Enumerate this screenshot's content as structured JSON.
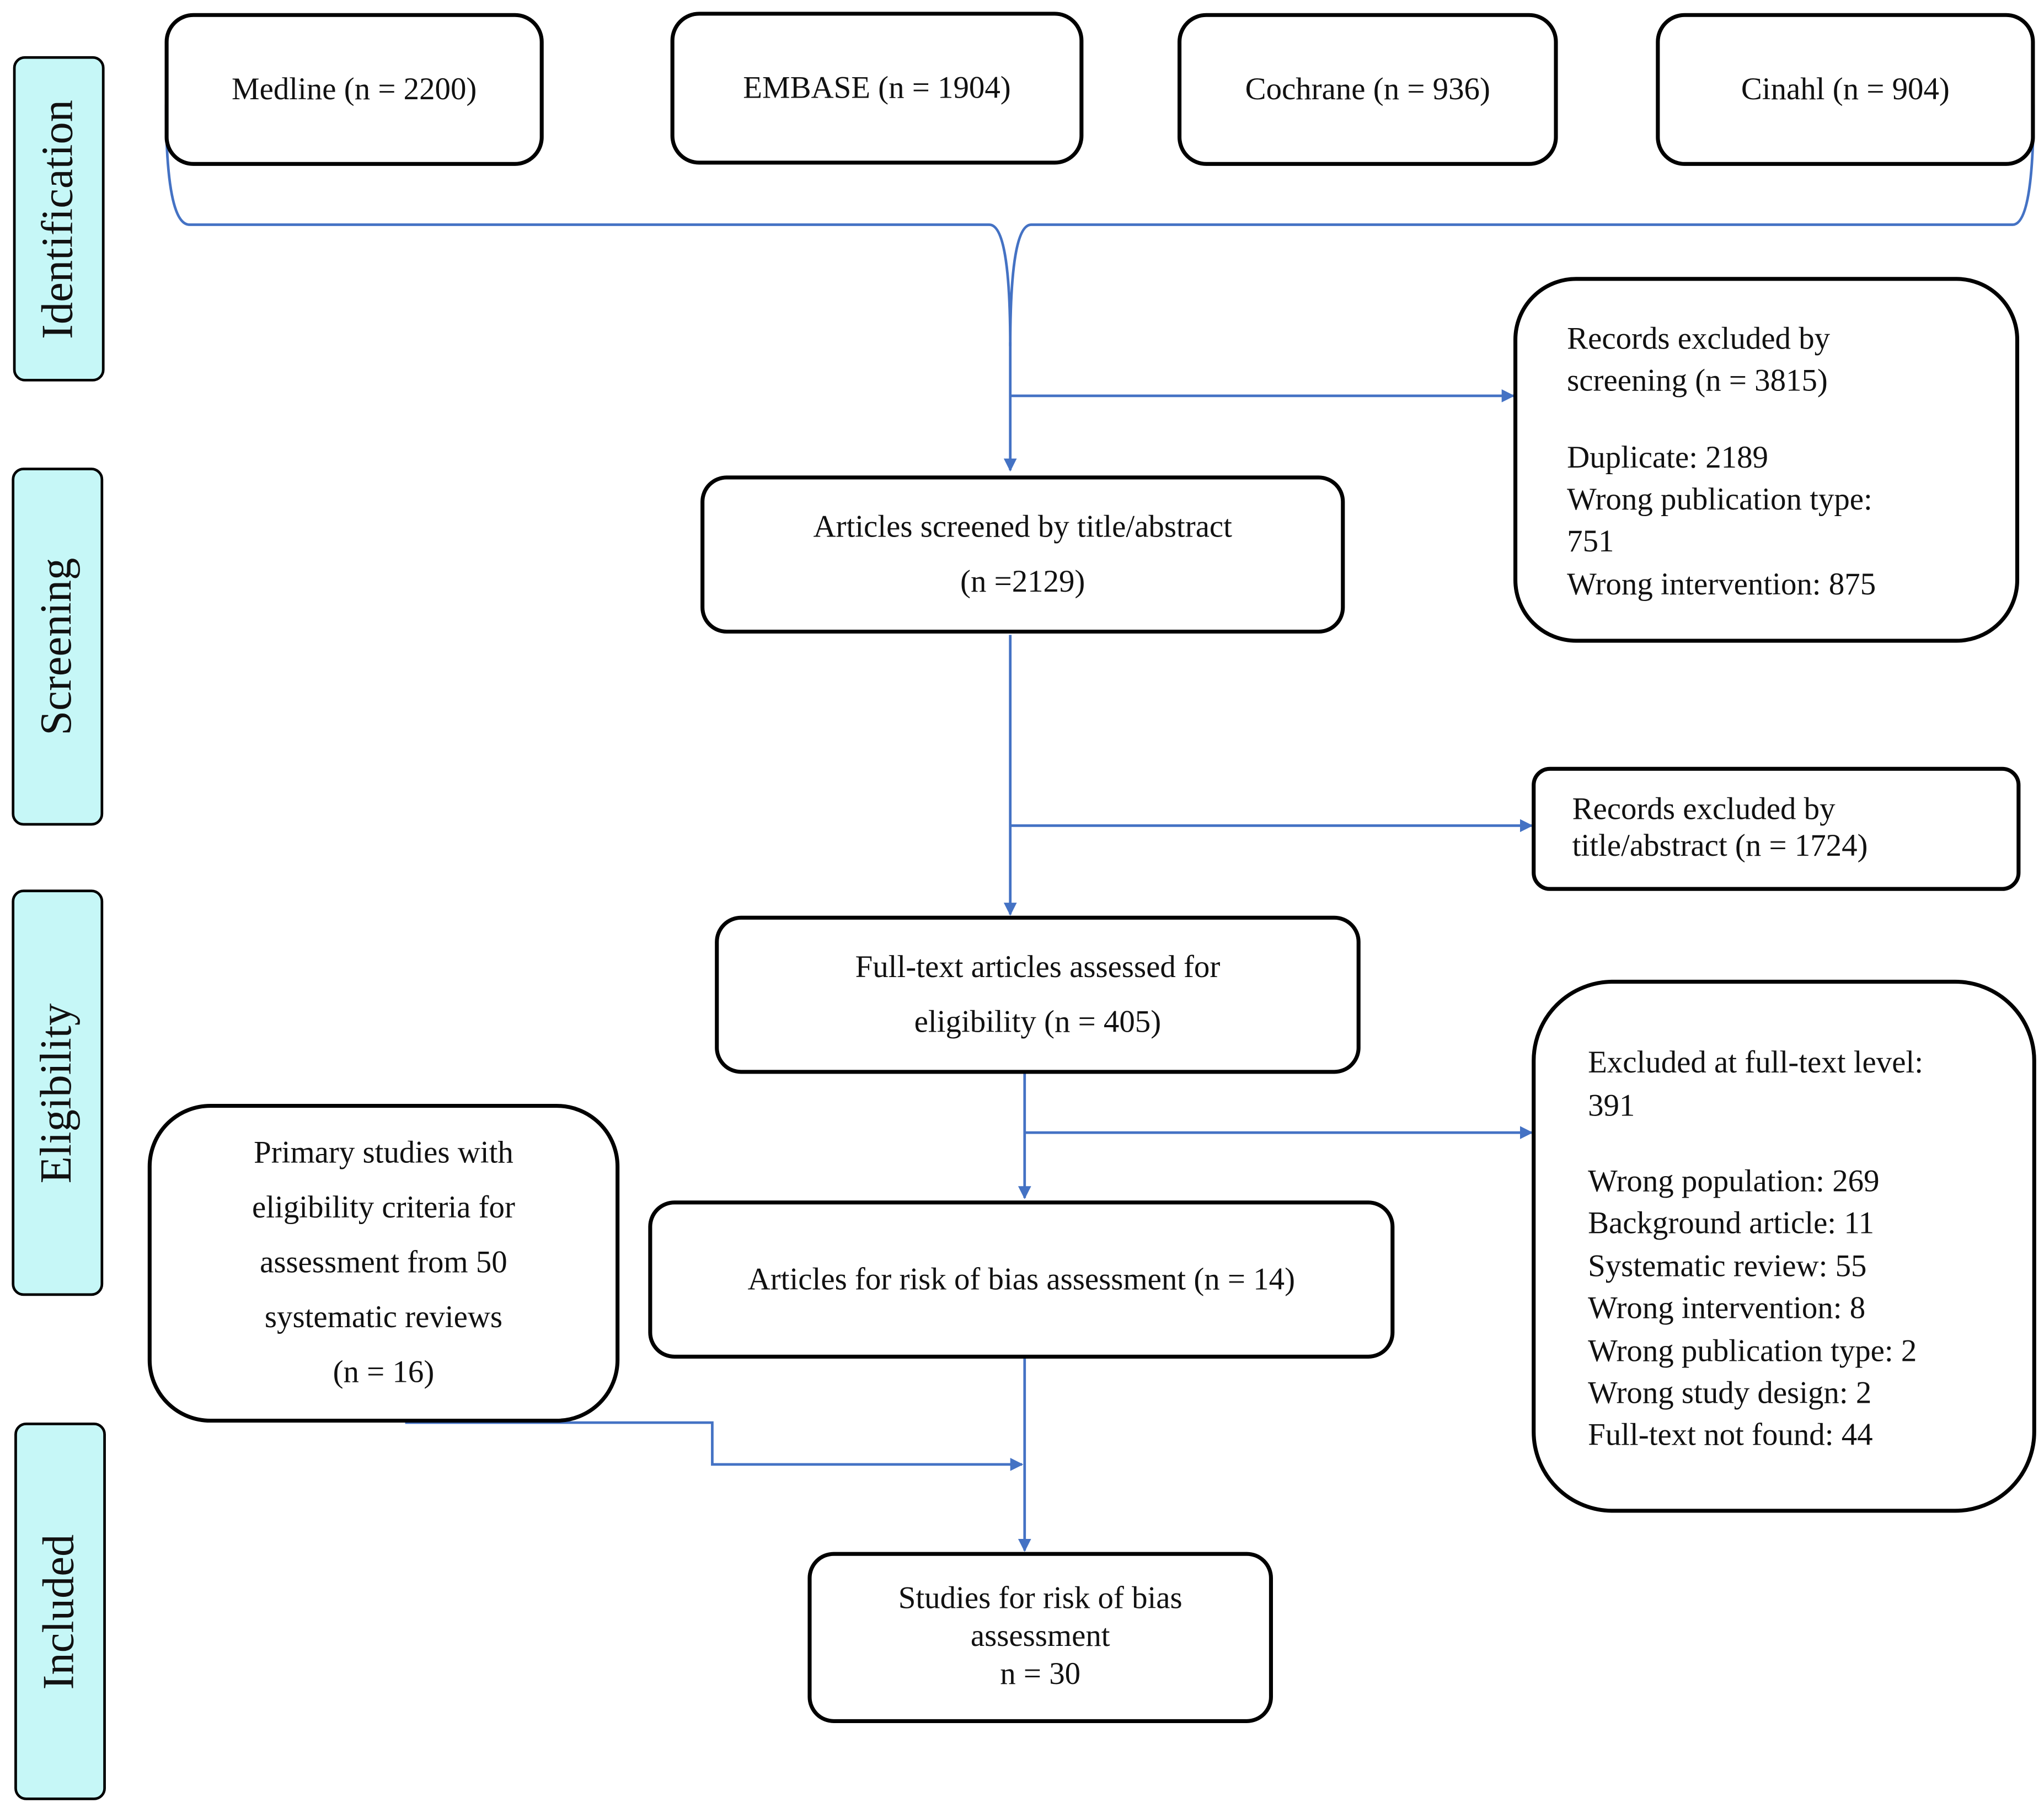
{
  "colors": {
    "stage_fill": "#c6f7f7",
    "connector": "#4472c4",
    "box_border": "#000000"
  },
  "stages": {
    "identification": "Identification",
    "screening": "Screening",
    "eligibility": "Eligibility",
    "included": "Included"
  },
  "sources": {
    "medline": "Medline (n = 2200)",
    "embase": "EMBASE (n = 1904)",
    "cochrane": "Cochrane (n = 936)",
    "cinahl": "Cinahl (n = 904)"
  },
  "screened": {
    "line1": "Articles screened by title/abstract",
    "line2": "(n =2129)"
  },
  "excluded_screening": {
    "title1": "Records excluded by",
    "title2": "screening (n = 3815)",
    "duplicate": "Duplicate: 2189",
    "wrong_pub_a": "Wrong publication type:",
    "wrong_pub_b": "751",
    "wrong_intervention": "Wrong intervention: 875"
  },
  "excluded_title": {
    "line1": "Records excluded by",
    "line2": "title/abstract (n = 1724)"
  },
  "fulltext": {
    "line1": "Full-text articles assessed for",
    "line2": "eligibility (n = 405)"
  },
  "excluded_fulltext": {
    "title1": "Excluded at full-text level:",
    "title2": "391",
    "reasons": [
      "Wrong population: 269",
      "Background article: 11",
      "Systematic review: 55",
      "Wrong intervention: 8",
      "Wrong publication type: 2",
      "Wrong study design: 2",
      "Full-text not found: 44"
    ]
  },
  "risk_bias": "Articles for risk of bias assessment (n = 14)",
  "primary": {
    "line1": "Primary studies with",
    "line2": "eligibility criteria for",
    "line3": "assessment from 50",
    "line4": "systematic reviews",
    "line5": "(n = 16)"
  },
  "included_box": {
    "line1": "Studies for risk of bias",
    "line2": "assessment",
    "line3": "n = 30"
  }
}
